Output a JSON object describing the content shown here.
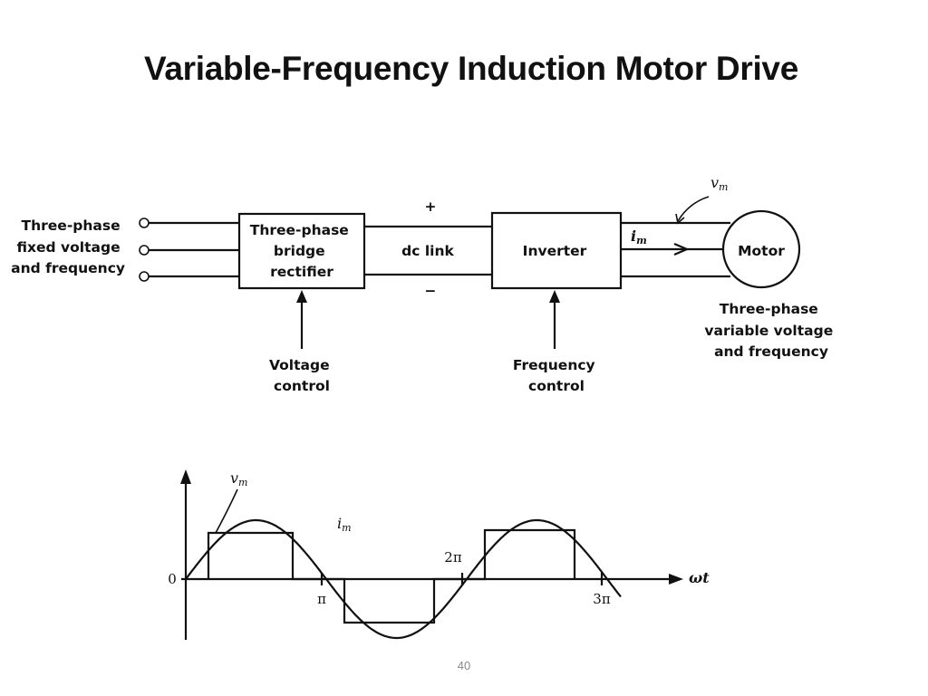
{
  "slide": {
    "title": "Variable-Frequency Induction Motor Drive",
    "page_number": "40"
  },
  "block_diagram": {
    "input_label": [
      "Three-phase",
      "fixed voltage",
      "and frequency"
    ],
    "rectifier_label": [
      "Three-phase",
      "bridge",
      "rectifier"
    ],
    "dc_link_label": "dc link",
    "plus_sign": "+",
    "minus_sign": "−",
    "inverter_label": "Inverter",
    "motor_label": "Motor",
    "voltage_symbol": "v",
    "current_symbol": "i",
    "subscript_m": "m",
    "output_label": [
      "Three-phase",
      "variable voltage",
      "and frequency"
    ],
    "voltage_control_label": [
      "Voltage",
      "control"
    ],
    "frequency_control_label": [
      "Frequency",
      "control"
    ]
  },
  "waveform": {
    "origin_label": "0",
    "x_axis_label": "ωt",
    "tick_labels": [
      "π",
      "2π",
      "3π"
    ],
    "voltage_symbol": "v",
    "current_symbol": "i",
    "subscript_m": "m"
  }
}
